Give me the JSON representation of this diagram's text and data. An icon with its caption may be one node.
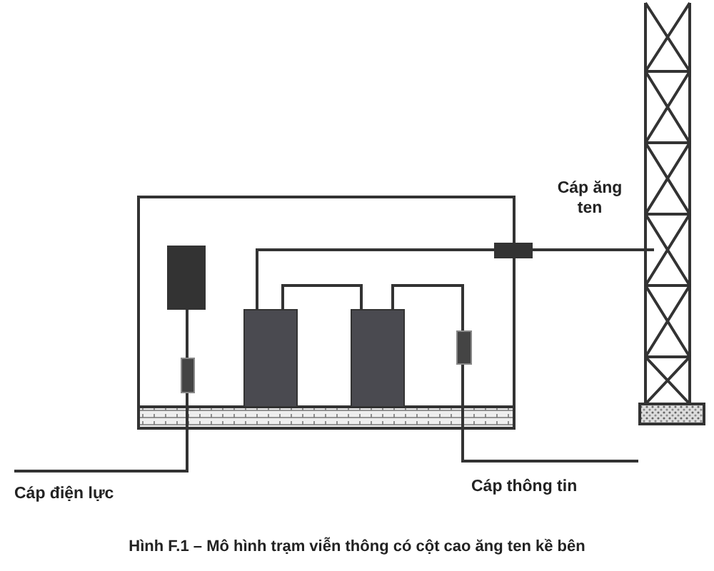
{
  "diagram": {
    "caption": "Hình F.1 – Mô hình trạm viễn thông có cột cao ăng ten kề bên",
    "labels": [
      "Cáp ăng ten",
      "Cáp điện lực",
      "Cáp thông tin"
    ]
  }
}
